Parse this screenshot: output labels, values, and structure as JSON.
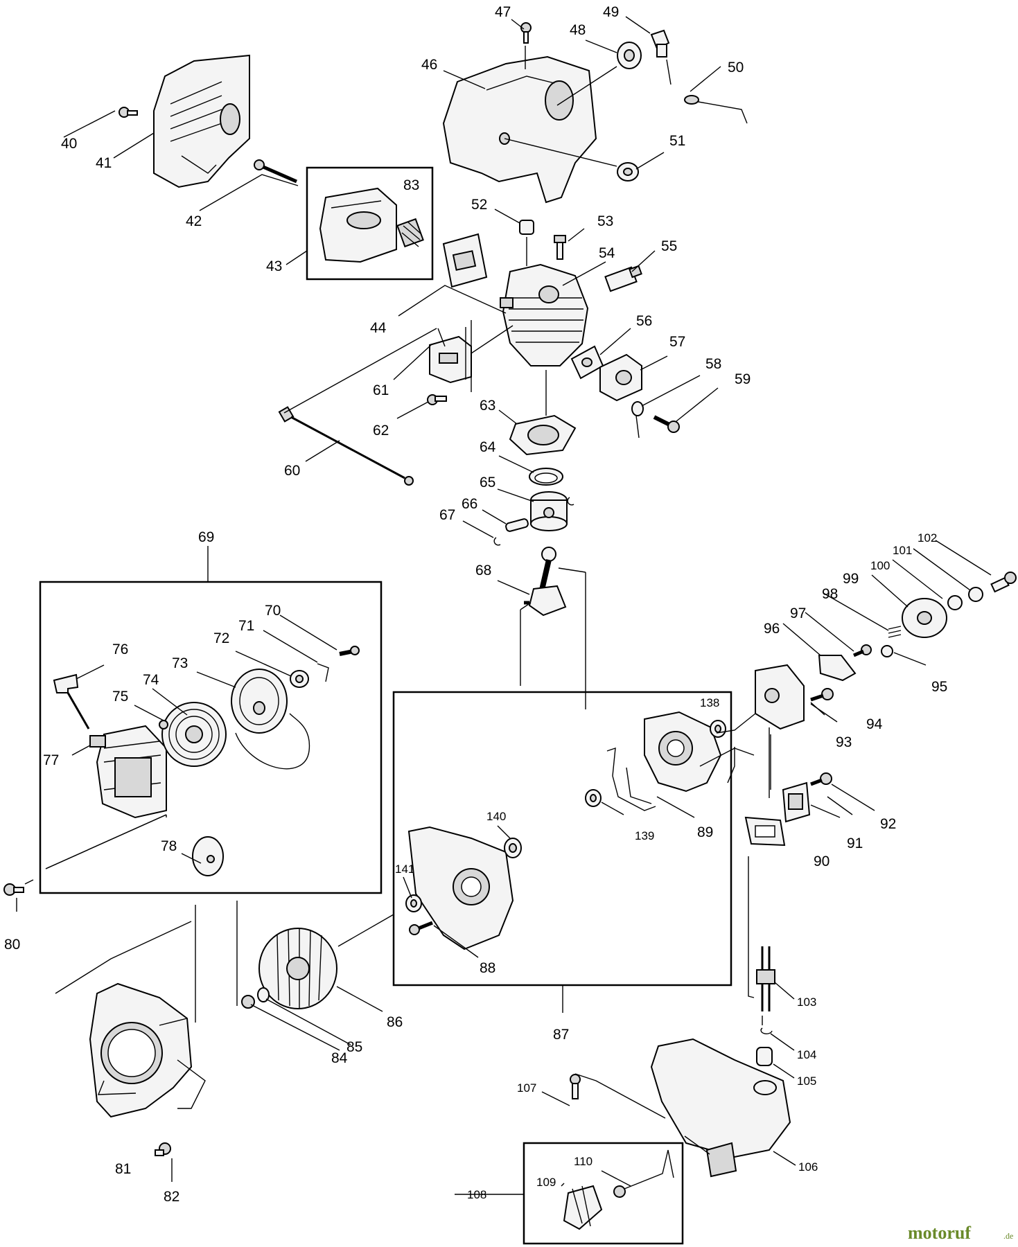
{
  "diagram": {
    "labels": [
      "40",
      "41",
      "42",
      "43",
      "44",
      "46",
      "47",
      "48",
      "49",
      "50",
      "51",
      "52",
      "53",
      "54",
      "55",
      "56",
      "57",
      "58",
      "59",
      "60",
      "61",
      "62",
      "63",
      "64",
      "65",
      "66",
      "67",
      "68",
      "69",
      "70",
      "71",
      "72",
      "73",
      "74",
      "75",
      "76",
      "77",
      "78",
      "80",
      "81",
      "82",
      "83",
      "84",
      "85",
      "86",
      "87",
      "88",
      "89",
      "90",
      "91",
      "92",
      "93",
      "94",
      "95",
      "96",
      "97",
      "98",
      "99",
      "100",
      "101",
      "102",
      "103",
      "104",
      "105",
      "106",
      "107",
      "108",
      "109",
      "110",
      "138",
      "139",
      "140",
      "141"
    ],
    "colors": {
      "ink": "#000000",
      "paper": "#ffffff",
      "part_fill": "#f4f4f4",
      "watermark": "#6a8a2a"
    }
  },
  "watermark": {
    "brand": "motoruf",
    "suffix": ".de"
  }
}
